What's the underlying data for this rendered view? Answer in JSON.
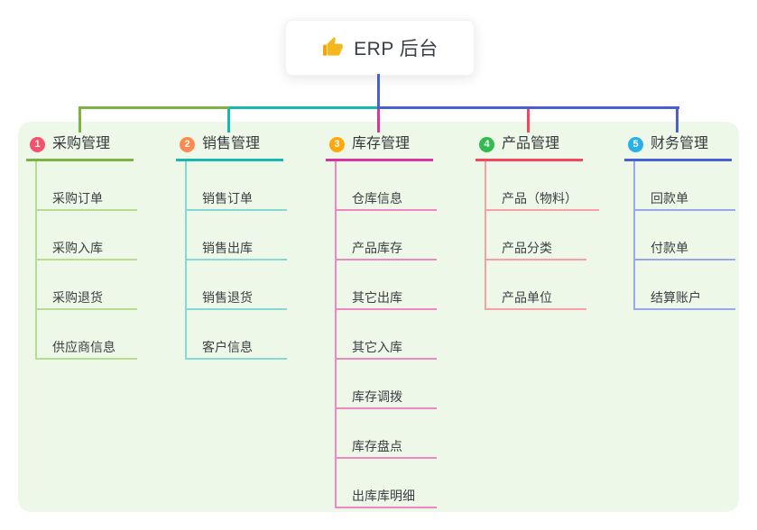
{
  "root": {
    "label": "ERP 后台",
    "icon": "thumbs-up-icon"
  },
  "branches": [
    {
      "number": "1",
      "label": "采购管理",
      "line_color": "#7cb342",
      "badge_color": "#f4516c",
      "children": [
        "采购订单",
        "采购入库",
        "采购退货",
        "供应商信息"
      ]
    },
    {
      "number": "2",
      "label": "销售管理",
      "line_color": "#17b8b0",
      "badge_color": "#ff8a50",
      "children": [
        "销售订单",
        "销售出库",
        "销售退货",
        "客户信息"
      ]
    },
    {
      "number": "3",
      "label": "库存管理",
      "line_color": "#d6369e",
      "badge_color": "#ffa70f",
      "children": [
        "仓库信息",
        "产品库存",
        "其它出库",
        "其它入库",
        "库存调拨",
        "库存盘点",
        "出库库明细"
      ]
    },
    {
      "number": "4",
      "label": "产品管理",
      "line_color": "#f4465f",
      "badge_color": "#34ba50",
      "children": [
        "产品（物料）",
        "产品分类",
        "产品单位"
      ]
    },
    {
      "number": "5",
      "label": "财务管理",
      "line_color": "#4a5fd1",
      "badge_color": "#29b0ea",
      "children": [
        "回款单",
        "付款单",
        "结算账户"
      ]
    }
  ],
  "colors": {
    "panel_background": "#edf8e8",
    "root_connector": "#4a5fd1",
    "thumb_icon": "#f5b81c"
  }
}
